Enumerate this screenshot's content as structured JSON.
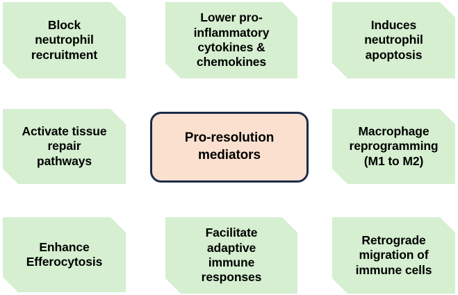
{
  "diagram": {
    "type": "hub-and-spoke",
    "title": "Pro-resolution mediators",
    "colors": {
      "satellite_fill": "#d5efd0",
      "center_fill": "#fbe0d0",
      "center_border": "#1b2a47",
      "text": "#000000",
      "background": "#ffffff"
    },
    "center": {
      "label": "Pro-resolution\nmediators"
    },
    "nodes": [
      {
        "id": "block-neutrophil-recruitment",
        "label": "Block\nneutrophil\nrecruitment",
        "row": 0,
        "col": 0
      },
      {
        "id": "lower-pro-inflammatory-cytokines",
        "label": "Lower pro-\ninflammatory\ncytokines &\nchemokines",
        "row": 0,
        "col": 1
      },
      {
        "id": "induces-neutrophil-apoptosis",
        "label": "Induces\nneutrophil\napoptosis",
        "row": 0,
        "col": 2
      },
      {
        "id": "activate-tissue-repair-pathways",
        "label": "Activate tissue\nrepair\npathways",
        "row": 1,
        "col": 0
      },
      {
        "id": "macrophage-reprogramming",
        "label": "Macrophage\nreprogramming\n(M1 to M2)",
        "row": 1,
        "col": 2
      },
      {
        "id": "enhance-efferocytosis",
        "label": "Enhance\nEfferocytosis",
        "row": 2,
        "col": 0
      },
      {
        "id": "facilitate-adaptive-immune",
        "label": "Facilitate\nadaptive\nimmune\nresponses",
        "row": 2,
        "col": 1
      },
      {
        "id": "retrograde-migration",
        "label": "Retrograde\nmigration of\nimmune cells",
        "row": 2,
        "col": 2
      }
    ]
  }
}
